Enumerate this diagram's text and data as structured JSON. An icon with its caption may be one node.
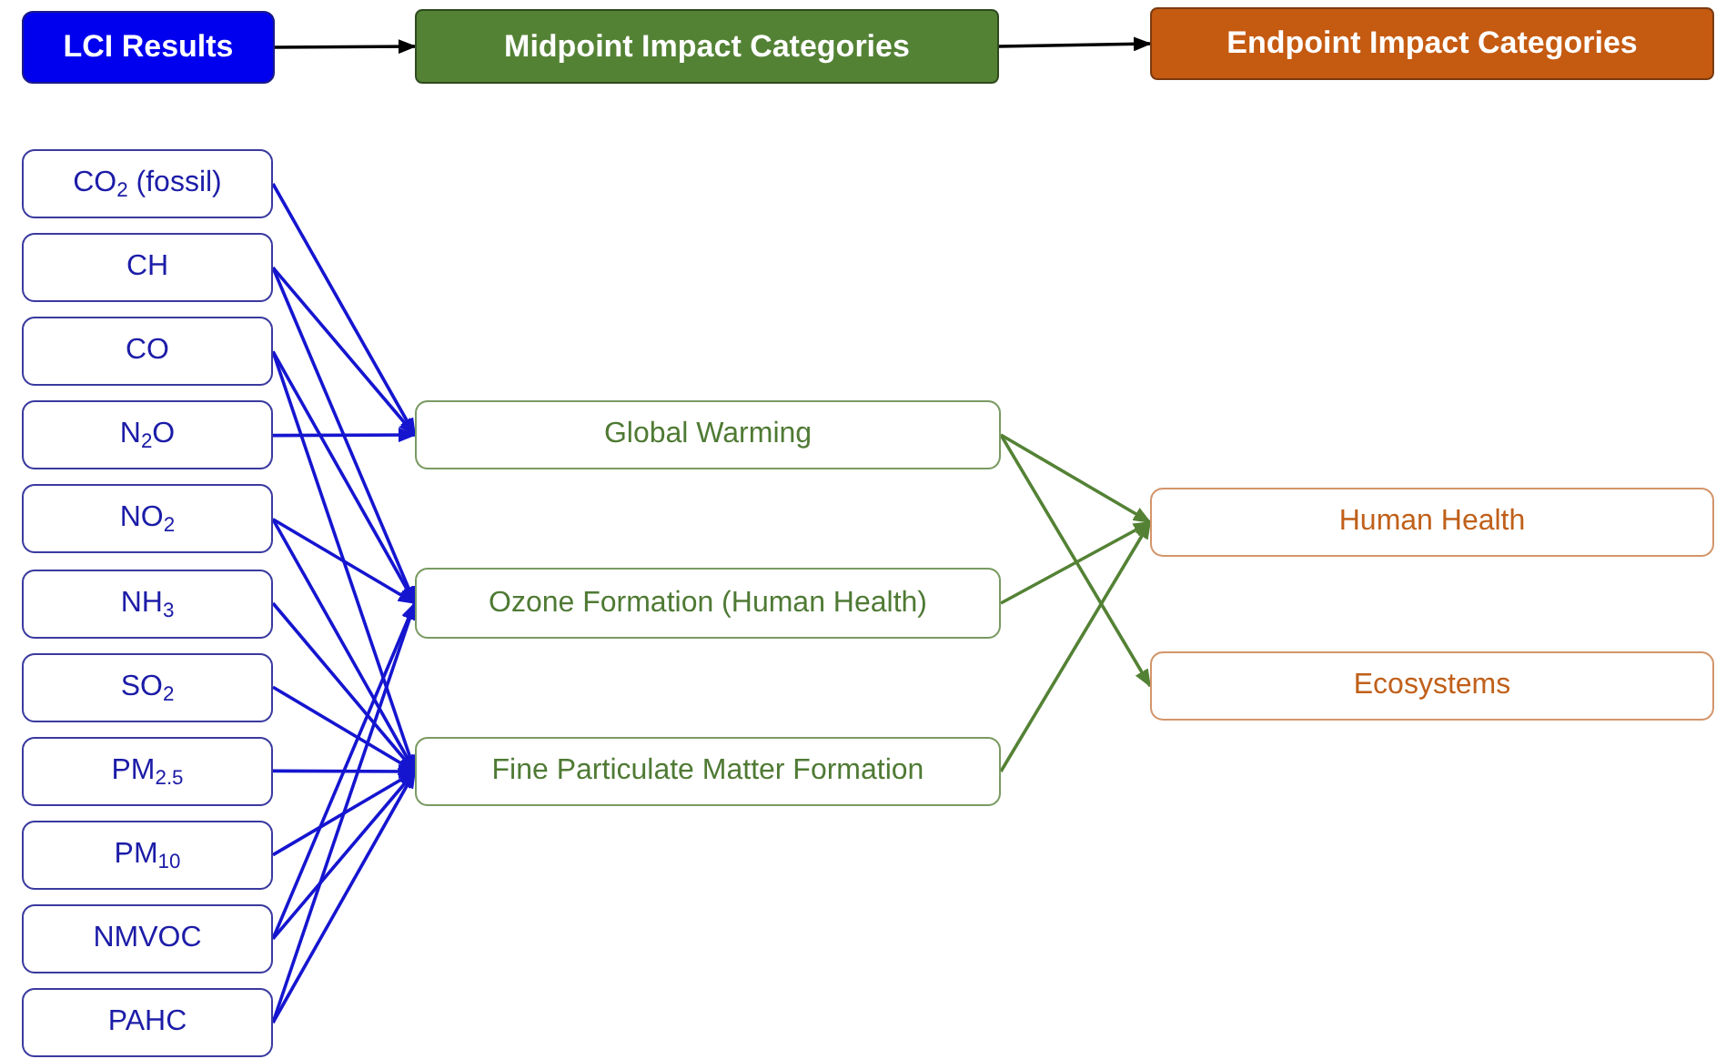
{
  "diagram": {
    "nodes": [
      {
        "text": [
          "LCI Results"
        ]
      },
      {
        "text": [
          "Midpoint Impact Categories"
        ]
      },
      {
        "text": [
          "Endpoint Impact Categories"
        ]
      },
      {
        "text": [
          "CO$_{2}$ (fossil)"
        ]
      },
      {
        "text": [
          "CH"
        ]
      },
      {
        "text": [
          "CO"
        ]
      },
      {
        "text": [
          "N$_{2}$O"
        ]
      },
      {
        "text": [
          "NO$_{2}$"
        ]
      },
      {
        "text": [
          "NH$_{3}$"
        ]
      },
      {
        "text": [
          "SO$_{2}$"
        ]
      },
      {
        "text": [
          "PM$_{2.5}$"
        ]
      },
      {
        "text": [
          "PM$_{10}$"
        ]
      },
      {
        "text": [
          "NMVOC"
        ]
      },
      {
        "text": [
          "PAHC"
        ]
      },
      {
        "text": [
          "Global Warming"
        ]
      },
      {
        "text": [
          "Ozone Formation (Human Health)"
        ]
      },
      {
        "text": [
          "Fine Particulate Matter Formation"
        ]
      },
      {
        "text": [
          "Human Health"
        ]
      },
      {
        "text": [
          "Ecosystems"
        ]
      }
    ],
    "edges": [
      {
        "from": 0,
        "to": 1,
        "arrow": "to",
        "color": "#000000"
      },
      {
        "from": 1,
        "to": 2,
        "arrow": "to",
        "color": "#000000"
      },
      {
        "from": 3,
        "to": 14,
        "arrow": "to"
      },
      {
        "from": 4,
        "to": 14,
        "arrow": "to"
      },
      {
        "from": 4,
        "to": 15,
        "arrow": "to"
      },
      {
        "from": 5,
        "to": 15,
        "arrow": "to"
      },
      {
        "from": 5,
        "to": 16,
        "arrow": "to"
      },
      {
        "from": 6,
        "to": 14,
        "arrow": "to"
      },
      {
        "from": 7,
        "to": 15,
        "arrow": "to"
      },
      {
        "from": 7,
        "to": 16,
        "arrow": "to"
      },
      {
        "from": 8,
        "to": 16,
        "arrow": "to"
      },
      {
        "from": 9,
        "to": 16,
        "arrow": "to"
      },
      {
        "from": 10,
        "to": 16,
        "arrow": "to"
      },
      {
        "from": 11,
        "to": 16,
        "arrow": "to"
      },
      {
        "from": 12,
        "to": 15,
        "arrow": "to"
      },
      {
        "from": 12,
        "to": 16,
        "arrow": "to"
      },
      {
        "from": 13,
        "to": 15,
        "arrow": "to"
      },
      {
        "from": 13,
        "to": 16,
        "arrow": "to"
      },
      {
        "from": 14,
        "to": 17,
        "arrow": "to",
        "color": "#548235"
      },
      {
        "from": 14,
        "to": 18,
        "arrow": "to",
        "color": "#548235"
      },
      {
        "from": 15,
        "to": 17,
        "arrow": "to",
        "color": "#548235"
      },
      {
        "from": 16,
        "to": 17,
        "arrow": "to",
        "color": "#548235"
      }
    ]
  }
}
